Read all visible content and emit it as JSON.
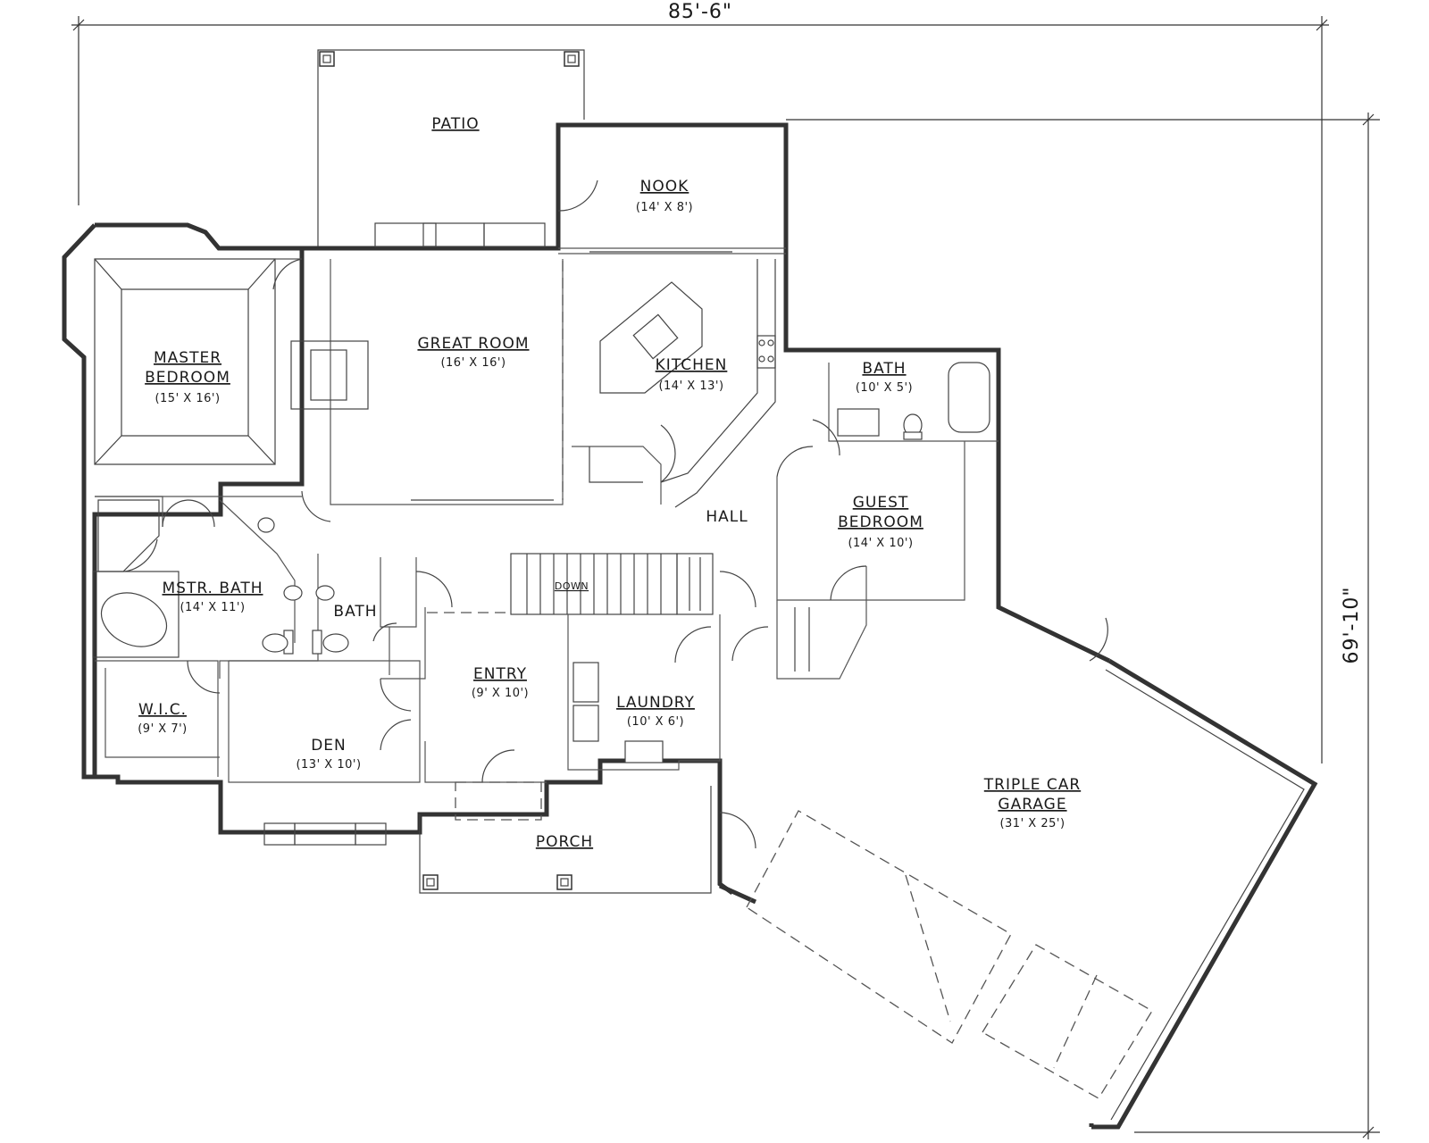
{
  "dimensions": {
    "width": "85'-6\"",
    "depth": "69'-10\""
  },
  "rooms": [
    {
      "id": "patio",
      "name": "PATIO",
      "size": ""
    },
    {
      "id": "nook",
      "name": "NOOK",
      "size": "(14' X 8')"
    },
    {
      "id": "master-bedroom",
      "name": "MASTER BEDROOM",
      "name_line1": "MASTER",
      "name_line2": "BEDROOM",
      "size": "(15' X 16')"
    },
    {
      "id": "great-room",
      "name": "GREAT ROOM",
      "size": "(16' X 16')"
    },
    {
      "id": "kitchen",
      "name": "KITCHEN",
      "size": "(14' X 13')"
    },
    {
      "id": "bath-guest",
      "name": "BATH",
      "size": "(10' X 5')"
    },
    {
      "id": "hall",
      "name": "HALL",
      "size": ""
    },
    {
      "id": "guest-bedroom",
      "name": "GUEST BEDROOM",
      "name_line1": "GUEST",
      "name_line2": "BEDROOM",
      "size": "(14' X 10')"
    },
    {
      "id": "master-bath",
      "name": "MSTR. BATH",
      "size": "(14' X 11')"
    },
    {
      "id": "bath-half",
      "name": "BATH",
      "size": ""
    },
    {
      "id": "stairs",
      "name": "DOWN",
      "size": ""
    },
    {
      "id": "entry",
      "name": "ENTRY",
      "size": "(9' X 10')"
    },
    {
      "id": "laundry",
      "name": "LAUNDRY",
      "size": "(10' X 6')"
    },
    {
      "id": "wic",
      "name": "W.I.C.",
      "size": "(9' X 7')"
    },
    {
      "id": "den",
      "name": "DEN",
      "size": "(13' X 10')"
    },
    {
      "id": "garage",
      "name": "TRIPLE CAR GARAGE",
      "name_line1": "TRIPLE CAR",
      "name_line2": "GARAGE",
      "size": "(31' X 25')"
    },
    {
      "id": "porch",
      "name": "PORCH",
      "size": ""
    }
  ]
}
